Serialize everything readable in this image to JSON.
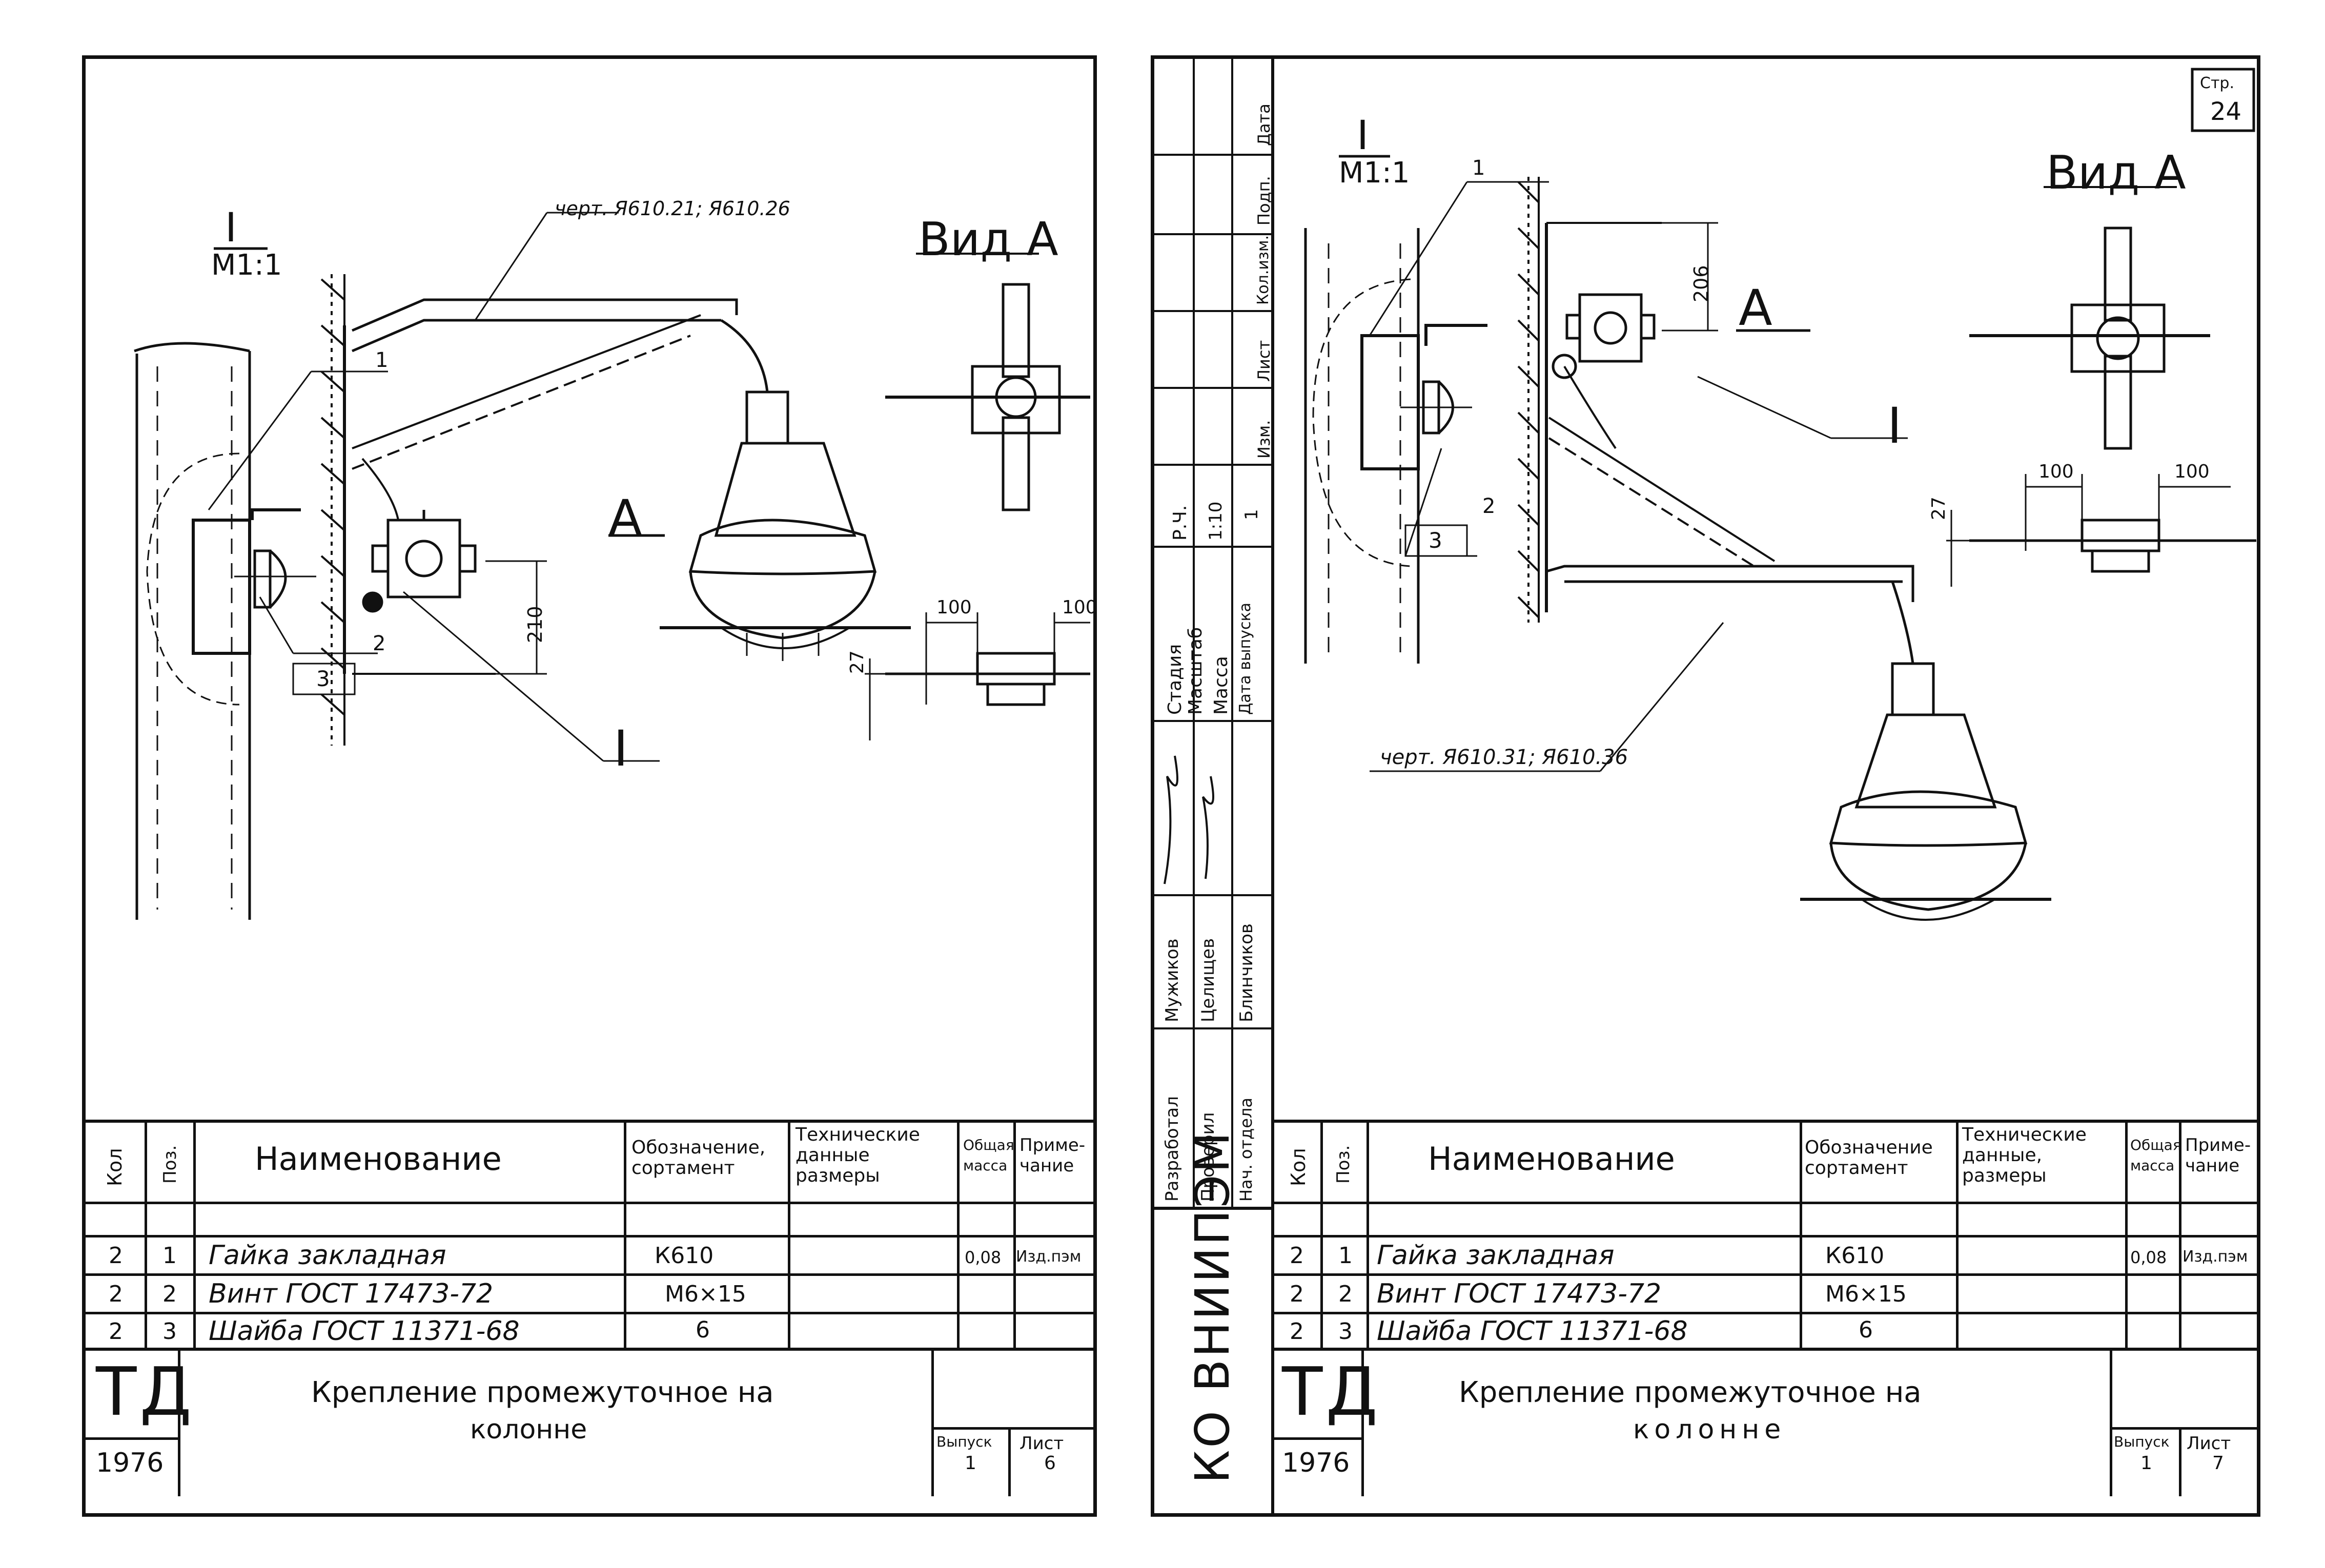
{
  "sheets": [
    {
      "id": "left",
      "drawing": {
        "section_mark": "I",
        "section_scale": "М1:1",
        "view_title": "Вид А",
        "view_arrow": "А",
        "callout_section": "I",
        "drawing_ref": "черт. Я610.21; Я610.26",
        "pos_labels": [
          "1",
          "2",
          "3"
        ],
        "dim_vertical": "210",
        "dim_left": "100",
        "dim_right": "100",
        "dim_height": "27"
      },
      "table": {
        "headers": {
          "qty": "Кол",
          "pos": "Поз.",
          "name": "Наименование",
          "designation": "Обозначение,\nсортамент",
          "tech": "Технические\nданные\nразмеры",
          "mass": "Общая\nмасса",
          "note": "Приме-\nчание"
        },
        "rows": [
          {
            "qty": "2",
            "pos": "1",
            "name": "Гайка закладная",
            "designation": "К610",
            "tech": "",
            "mass": "0,08",
            "note": "Изд.пэм"
          },
          {
            "qty": "2",
            "pos": "2",
            "name": "Винт ГОСТ 17473-72",
            "designation": "М6×15",
            "tech": "",
            "mass": "",
            "note": ""
          },
          {
            "qty": "2",
            "pos": "3",
            "name": "Шайба ГОСТ 11371-68",
            "designation": "6",
            "tech": "",
            "mass": "",
            "note": ""
          }
        ]
      },
      "title_block": {
        "logo": "ТД",
        "year": "1976",
        "title_line1": "Крепление промежуточное на",
        "title_line2": "колонне",
        "issue_label": "Выпуск",
        "issue_value": "1",
        "sheet_label": "Лист",
        "sheet_value": "6"
      }
    },
    {
      "id": "right",
      "drawing": {
        "page_label": "Стр.",
        "page_number": "24",
        "section_mark": "I",
        "section_scale": "М1:1",
        "view_title": "Вид А",
        "view_arrow": "А",
        "callout_section": "I",
        "drawing_ref": "черт. Я610.31; Я610.36",
        "pos_labels": [
          "1",
          "2",
          "3"
        ],
        "dim_vertical": "206",
        "dim_left": "100",
        "dim_right": "100",
        "dim_height": "27"
      },
      "table": {
        "headers": {
          "qty": "Кол",
          "pos": "Поз.",
          "name": "Наименование",
          "designation": "Обозначение\nсортамент",
          "tech": "Технические\nданные,\nразмеры",
          "mass": "Общая\nмасса",
          "note": "Приме-\nчание"
        },
        "rows": [
          {
            "qty": "2",
            "pos": "1",
            "name": "Гайка закладная",
            "designation": "К610",
            "tech": "",
            "mass": "0,08",
            "note": "Изд.пэм"
          },
          {
            "qty": "2",
            "pos": "2",
            "name": "Винт ГОСТ 17473-72",
            "designation": "М6×15",
            "tech": "",
            "mass": "",
            "note": ""
          },
          {
            "qty": "2",
            "pos": "3",
            "name": "Шайба ГОСТ 11371-68",
            "designation": "6",
            "tech": "",
            "mass": "",
            "note": ""
          }
        ]
      },
      "title_block": {
        "logo": "ТД",
        "year": "1976",
        "title_line1": "Крепление промежуточное на",
        "title_line2": "колонне",
        "issue_label": "Выпуск",
        "issue_value": "1",
        "sheet_label": "Лист",
        "sheet_value": "7"
      },
      "side_stamp": {
        "org": "КО ВНИИПЭМ",
        "roles": [
          "Разработал",
          "Проверил",
          "Нач. отдела"
        ],
        "names": [
          "Мужиков",
          "Целищев",
          "Блинчиков"
        ],
        "info_labels": [
          "Стадия",
          "Масштаб",
          "Масса",
          "Дата выпуска"
        ],
        "stage_label": "Р.Ч.",
        "scale_value": "1:10",
        "scale_value2": "1",
        "change_labels": [
          "Изм.",
          "Лист",
          "Кол.изм.",
          "Подп.",
          "Дата"
        ]
      }
    }
  ]
}
